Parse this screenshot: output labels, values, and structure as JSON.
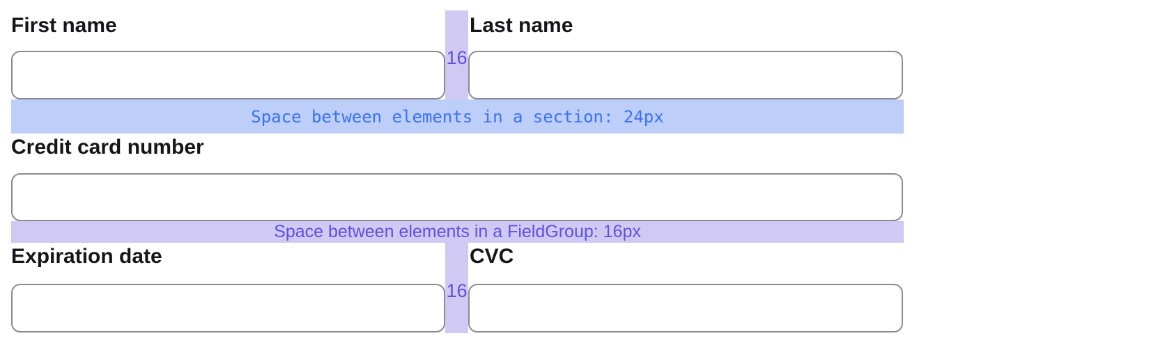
{
  "form": {
    "fields": {
      "first_name": {
        "label": "First name",
        "value": ""
      },
      "last_name": {
        "label": "Last name",
        "value": ""
      },
      "credit_card_number": {
        "label": "Credit card number",
        "value": ""
      },
      "expiration_date": {
        "label": "Expiration date",
        "value": ""
      },
      "cvc": {
        "label": "CVC",
        "value": ""
      }
    }
  },
  "annotations": {
    "section_space_note": "Space between elements in a section: 24px",
    "fieldgroup_space_note": "Space between elements in a FieldGroup: 16px",
    "column_gap_top": "16",
    "column_gap_bottom": "16"
  },
  "colors": {
    "label_text": "#16161a",
    "input_border": "#8a8a90",
    "section_band_bg": "#bdcef8",
    "section_band_text": "#3b72f5",
    "fieldgroup_band_bg": "#cfc9f3",
    "fieldgroup_band_text": "#5f51de"
  }
}
